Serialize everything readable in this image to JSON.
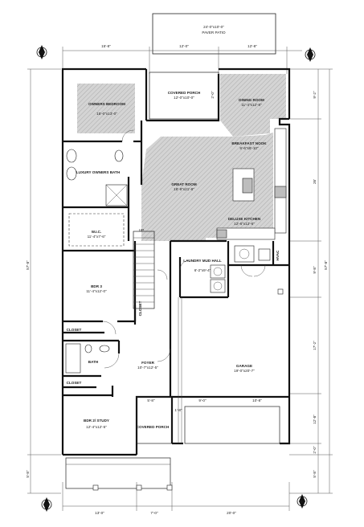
{
  "rooms": {
    "patio": {
      "name": "PAVER PATIO",
      "size": "24'-0\"x10'-0\""
    },
    "covered_porch_rear": {
      "name": "COVERED PORCH",
      "size": "12'-0\"x10'-0\""
    },
    "dining": {
      "name": "DINING ROOM",
      "size": "11'-4\"x12'-8\""
    },
    "owners_bedroom": {
      "name": "OWNERS BEDROOM",
      "size": "15'-0\"x13'-0\""
    },
    "breakfast": {
      "name": "BREAKFAST NOOK",
      "size": "9'-6\"x9'-10\""
    },
    "luxury_bath": {
      "name": "LUXURY OWNERS BATH",
      "size": ""
    },
    "great_room": {
      "name": "GREAT ROOM",
      "size": "18'-9\"x21'-8\""
    },
    "deluxe_kitchen": {
      "name": "DELUXE KITCHEN",
      "size": "12'-6\"x12'-6\""
    },
    "wic": {
      "name": "W.I.C.",
      "size": "11'-4\"x7'-6\""
    },
    "laundry": {
      "name": "LAUNDRY MUD HALL",
      "size": "6'-2\"x9'-4\""
    },
    "hvac": {
      "name": "HVAC",
      "size": ""
    },
    "bdr3": {
      "name": "BDR 3",
      "size": "11'-4\"x12'-0\""
    },
    "closet_bdr3": {
      "name": "CLOSET",
      "size": ""
    },
    "closet_hall": {
      "name": "CLOSET",
      "size": ""
    },
    "bath": {
      "name": "BATH",
      "size": ""
    },
    "foyer": {
      "name": "FOYER",
      "size": "10'-7\"x12'-5\""
    },
    "closet_foyer": {
      "name": "CLOSET",
      "size": ""
    },
    "garage": {
      "name": "GARAGE",
      "size": "19'-0\"x20'-7\""
    },
    "bdr2": {
      "name": "BDR 2/ STUDY",
      "size": "12'-4\"x12'-5\""
    },
    "covered_porch_front": {
      "name": "COVERED PORCH",
      "size": ""
    }
  },
  "labels": {
    "up": "UP"
  },
  "dimensions": {
    "top": [
      "15'-8\"",
      "12'-0\"",
      "12'-8\""
    ],
    "bottom": [
      "13'-0\"",
      "7'-0\"",
      "20'-0\""
    ],
    "left_overall": "57'-8\"",
    "left_bottom": "5'-8\"",
    "right_overall": "57'-8\"",
    "right": [
      "9'-2\"",
      "26'",
      "9'-8\"",
      "17'-2\"",
      "12'-8\"",
      "2'-0\"",
      "5'-8\""
    ],
    "garage_inner": [
      "9'-0\"",
      "10'-8\""
    ],
    "small": [
      "5'-8\"",
      "1'-8\""
    ],
    "porch_tag": "2'-0\""
  },
  "markers": {
    "top_left": "M",
    "top_right": "M",
    "bottom_left": "M",
    "bottom_right": "M"
  }
}
